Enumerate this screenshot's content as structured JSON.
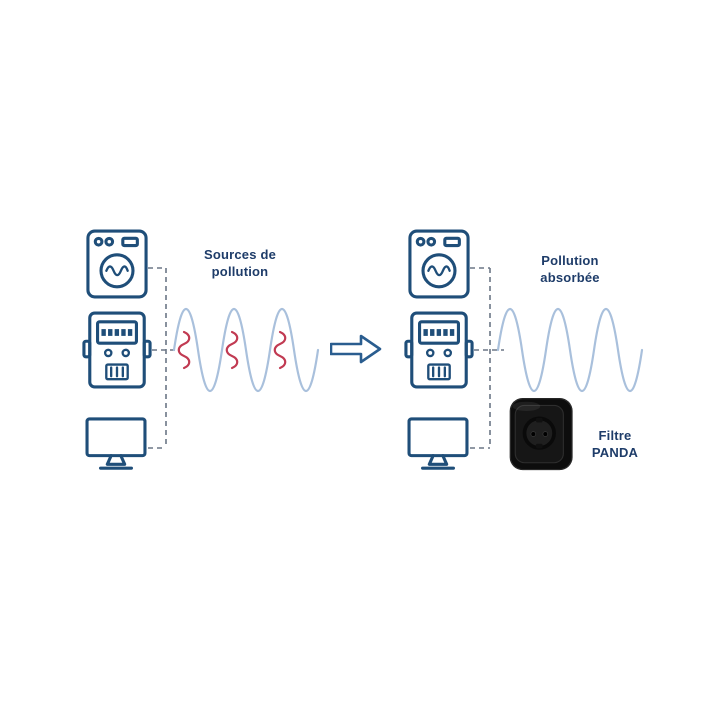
{
  "page": {
    "background": "#ffffff",
    "description_labels_language": "fr"
  },
  "labels": {
    "sources": "Sources de\npollution",
    "absorbed": "Pollution\nabsorbée",
    "filter": "Filtre\nPANDA"
  },
  "colors": {
    "icon_blue": "#1f4e79",
    "text_navy": "#1e3c69",
    "wave_blue": "#a9c0dc",
    "noise_red": "#c13a52",
    "connector_gray": "#6b7685",
    "arrow_blue": "#2a5d8f",
    "plug_black": "#0d0d0d"
  },
  "icons": {
    "left_column": [
      "washing-machine-icon",
      "electricity-meter-icon",
      "monitor-icon"
    ],
    "right_column": [
      "washing-machine-icon",
      "electricity-meter-icon",
      "monitor-icon"
    ],
    "flow": "arrow-right-icon",
    "left_signal": "noisy-sine-wave",
    "right_signal": "clean-sine-wave",
    "device": "panda-filter-plug"
  }
}
